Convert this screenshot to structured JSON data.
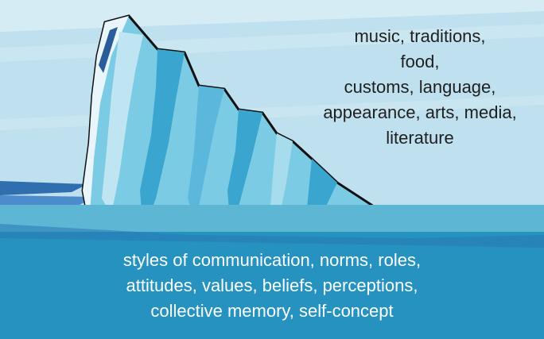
{
  "above_water": {
    "lines": [
      "music, traditions,",
      "food,",
      "customs, language,",
      "appearance, arts, media,",
      "literature"
    ]
  },
  "below_water": {
    "lines": [
      "styles of communication, norms, roles,",
      "attitudes, values, beliefs, perceptions,",
      "collective memory, self-concept"
    ]
  },
  "colors": {
    "sky": "#bfe0ee",
    "sky_band": "#d6ecf5",
    "water_surface": "#6fc2db",
    "water_deep": "#2592bf",
    "ice_light": "#e8f5fa",
    "ice_mid": "#8ed0e6",
    "ice_dark": "#3aa6d0",
    "outline": "#111111"
  }
}
